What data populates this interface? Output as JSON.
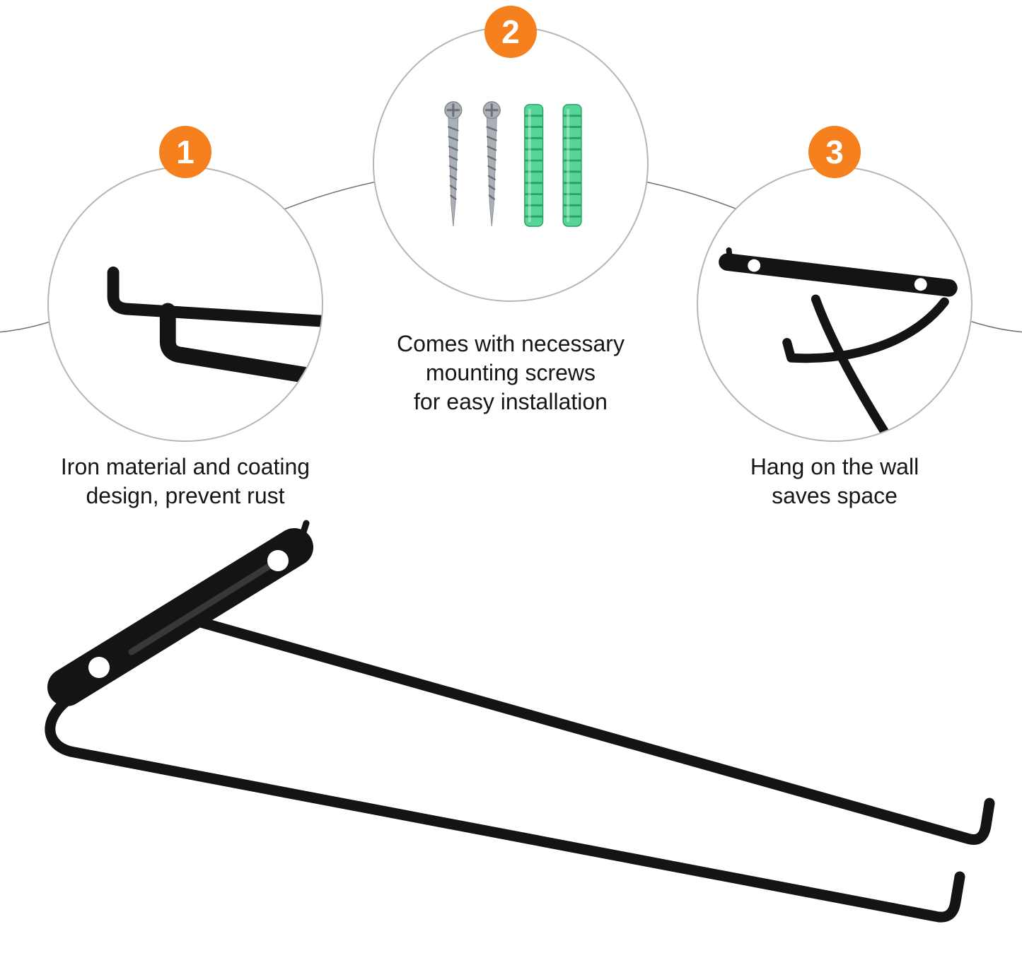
{
  "title": "Wall-mounted wine glass rack feature infographic",
  "colors": {
    "page_bg": "#ffffff",
    "badge_bg": "#f5801d",
    "badge_text": "#ffffff",
    "circle_border": "#b5b5b5",
    "connector": "#6f6f6f",
    "text": "#161616",
    "rack_black": "#141414",
    "screw_silver": "#aab0b6",
    "screw_dark": "#6a7076",
    "anchor_green": "#57d596",
    "anchor_dark": "#2aa368"
  },
  "callouts": [
    {
      "number": "1",
      "lines": [
        "Iron material and coating",
        "design, prevent rust"
      ]
    },
    {
      "number": "2",
      "lines": [
        "Comes with necessary",
        "mounting screws",
        "for easy installation"
      ]
    },
    {
      "number": "3",
      "lines": [
        "Hang on the wall",
        "saves space"
      ]
    }
  ]
}
